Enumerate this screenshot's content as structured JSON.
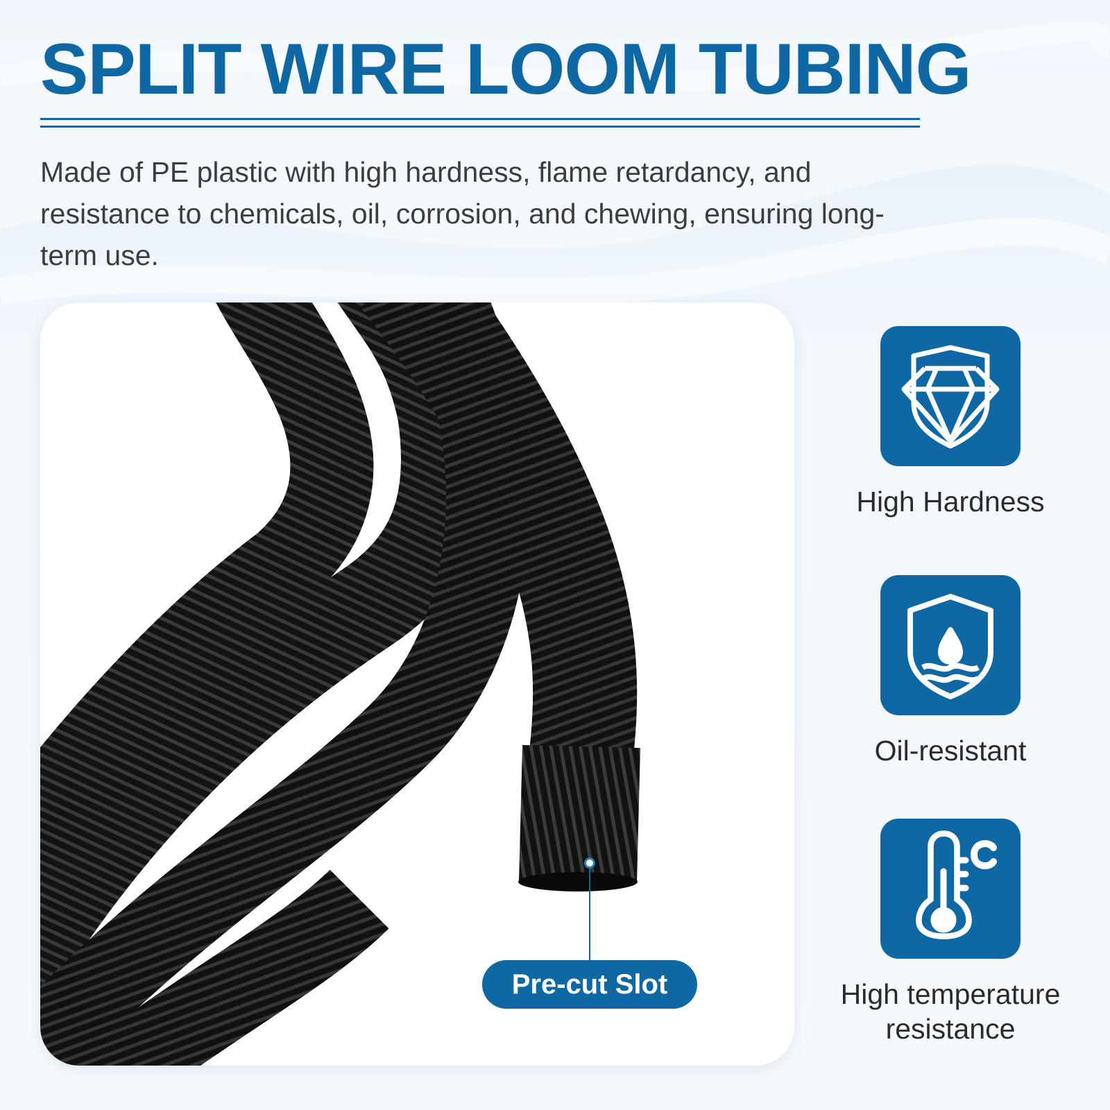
{
  "header": {
    "title": "SPLIT WIRE LOOM TUBING",
    "description": "Made of PE plastic with high hardness, flame retardancy, and resistance to chemicals, oil, corrosion, and chewing, ensuring long-term use."
  },
  "product": {
    "callout_label": "Pre-cut Slot"
  },
  "features": [
    {
      "label": "High Hardness",
      "icon": "diamond-shield-icon"
    },
    {
      "label": "Oil-resistant",
      "icon": "droplet-shield-icon"
    },
    {
      "label": "High temperature resistance",
      "icon": "thermometer-celsius-icon"
    }
  ],
  "colors": {
    "brand_blue": "#0f67a3",
    "text_dark": "#3d3d3d",
    "tube_black": "#141414"
  }
}
